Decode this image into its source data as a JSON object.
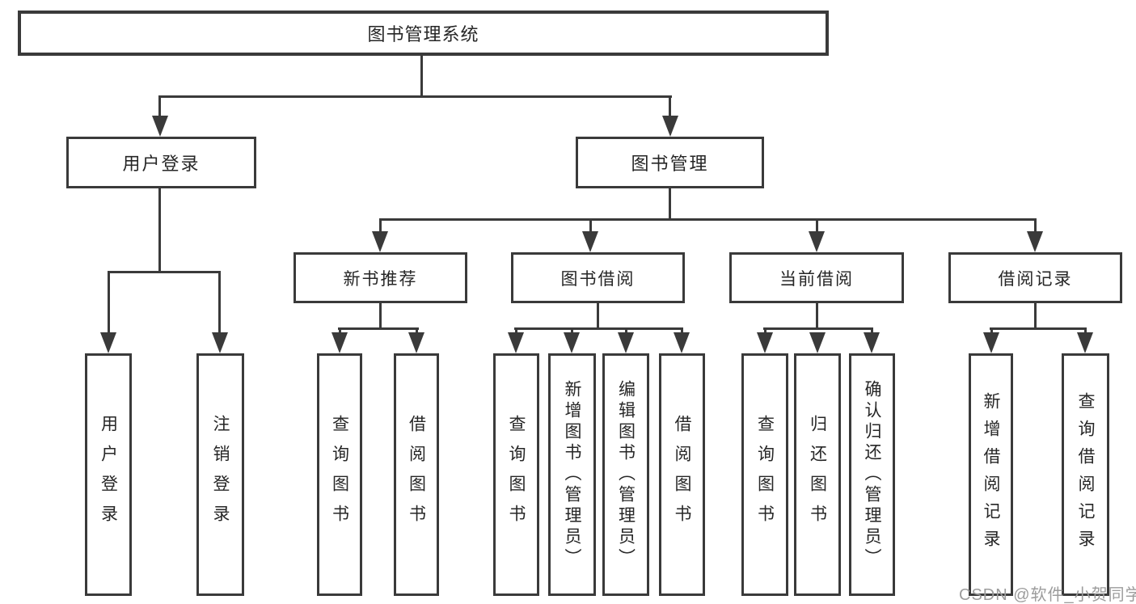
{
  "diagram": {
    "title": "图书管理系统",
    "root": {
      "label": "图书管理系统"
    },
    "level1": [
      {
        "id": "user-login",
        "label": "用户登录"
      },
      {
        "id": "book-management",
        "label": "图书管理"
      }
    ],
    "level2": [
      {
        "id": "new-book-recommend",
        "label": "新书推荐"
      },
      {
        "id": "book-borrow",
        "label": "图书借阅"
      },
      {
        "id": "current-borrow",
        "label": "当前借阅"
      },
      {
        "id": "borrow-records",
        "label": "借阅记录"
      }
    ],
    "leaves": [
      {
        "parent": "user-login",
        "label": "用户登录"
      },
      {
        "parent": "user-login",
        "label": "注销登录"
      },
      {
        "parent": "new-book-recommend",
        "label": "查询图书"
      },
      {
        "parent": "new-book-recommend",
        "label": "借阅图书"
      },
      {
        "parent": "book-borrow",
        "label": "查询图书"
      },
      {
        "parent": "book-borrow",
        "label": "新增图书（管理员）"
      },
      {
        "parent": "book-borrow",
        "label": "编辑图书（管理员）"
      },
      {
        "parent": "book-borrow",
        "label": "借阅图书"
      },
      {
        "parent": "current-borrow",
        "label": "查询图书"
      },
      {
        "parent": "current-borrow",
        "label": "归还图书"
      },
      {
        "parent": "current-borrow",
        "label": "确认归还（管理员）"
      },
      {
        "parent": "borrow-records",
        "label": "新增借阅记录"
      },
      {
        "parent": "borrow-records",
        "label": "查询借阅记录"
      }
    ]
  },
  "watermark": {
    "text": "CSDN @软件_小贺同学"
  },
  "colors": {
    "line": "#3a3a3a",
    "box_border": "#3a3a3a",
    "box_fill": "#ffffff",
    "text": "#262626",
    "watermark": "#9c9c9c",
    "background": "#ffffff"
  }
}
